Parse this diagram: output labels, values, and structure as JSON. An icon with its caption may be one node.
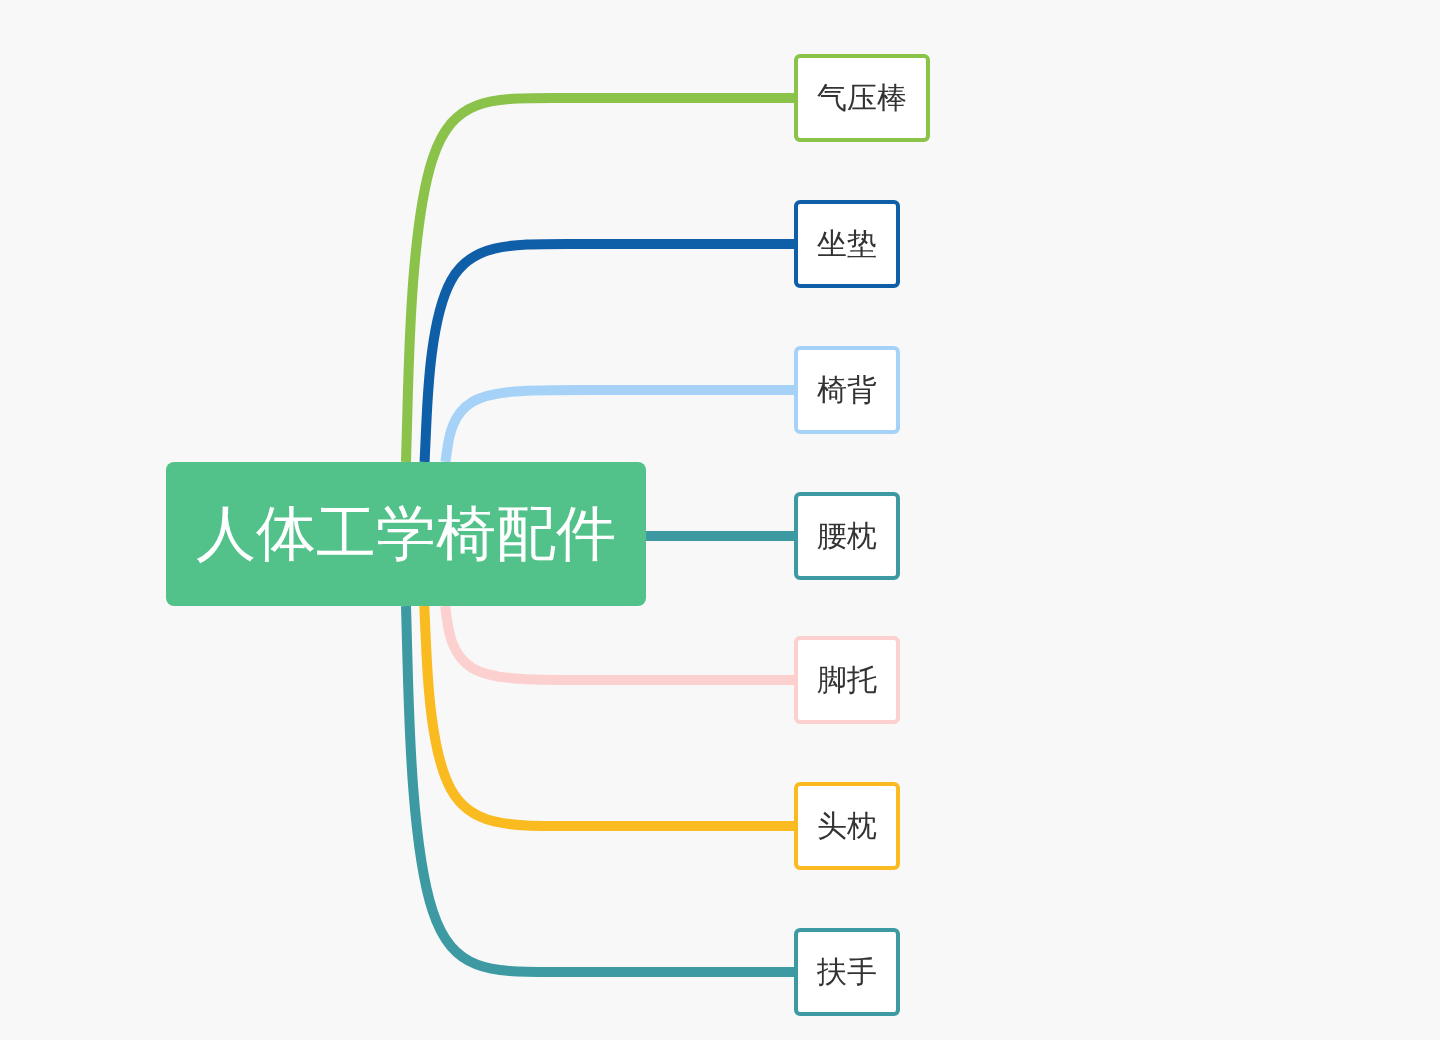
{
  "diagram": {
    "nodes": [
      {
        "text": [
          "人体工学椅配件"
        ]
      },
      {
        "text": [
          "气压棒"
        ]
      },
      {
        "text": [
          "坐垫"
        ]
      },
      {
        "text": [
          "椅背"
        ]
      },
      {
        "text": [
          "腰枕"
        ]
      },
      {
        "text": [
          "脚托"
        ]
      },
      {
        "text": [
          "头枕"
        ]
      },
      {
        "text": [
          "扶手"
        ]
      }
    ],
    "edges": [
      {
        "from": 0,
        "to": 1,
        "arrow": "none",
        "color": "#8bc34a"
      },
      {
        "from": 0,
        "to": 2,
        "arrow": "none",
        "color": "#0f5ea8"
      },
      {
        "from": 0,
        "to": 3,
        "arrow": "none",
        "color": "#a6d2f8"
      },
      {
        "from": 0,
        "to": 4,
        "arrow": "none",
        "color": "#3d9aa3"
      },
      {
        "from": 0,
        "to": 5,
        "arrow": "none",
        "color": "#fcd0cf"
      },
      {
        "from": 0,
        "to": 6,
        "arrow": "none",
        "color": "#f9bb1f"
      },
      {
        "from": 0,
        "to": 7,
        "arrow": "none",
        "color": "#3d9aa3"
      }
    ]
  }
}
